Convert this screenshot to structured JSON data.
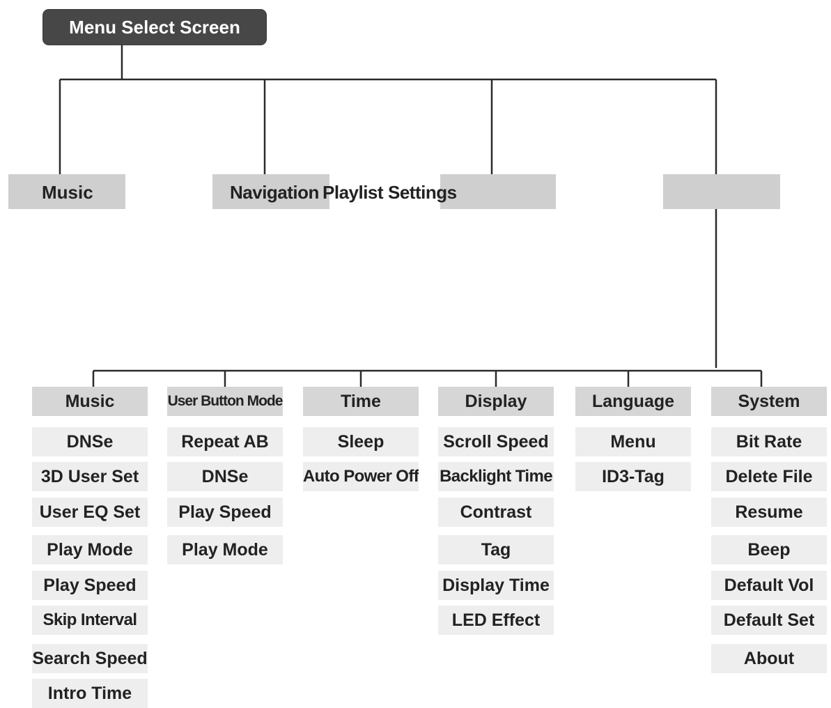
{
  "root": {
    "label": "Menu Select Screen"
  },
  "top_level": [
    "Music",
    "Navigation",
    "Playlist",
    "Settings"
  ],
  "settings_categories": [
    {
      "label": "Music",
      "items": [
        "DNSe",
        "3D User Set",
        "User EQ Set",
        "Play Mode",
        "Play Speed",
        "Skip Interval",
        "Search Speed",
        "Intro Time"
      ]
    },
    {
      "label": "User Button Mode",
      "items": [
        "Repeat AB",
        "DNSe",
        "Play Speed",
        "Play Mode"
      ]
    },
    {
      "label": "Time",
      "items": [
        "Sleep",
        "Auto Power Off"
      ]
    },
    {
      "label": "Display",
      "items": [
        "Scroll Speed",
        "Backlight Time",
        "Contrast",
        "Tag",
        "Display Time",
        "LED Effect"
      ]
    },
    {
      "label": "Language",
      "items": [
        "Menu",
        "ID3-Tag"
      ]
    },
    {
      "label": "System",
      "items": [
        "Bit Rate",
        "Delete File",
        "Resume",
        "Beep",
        "Default Vol",
        "Default Set",
        "About"
      ]
    }
  ]
}
